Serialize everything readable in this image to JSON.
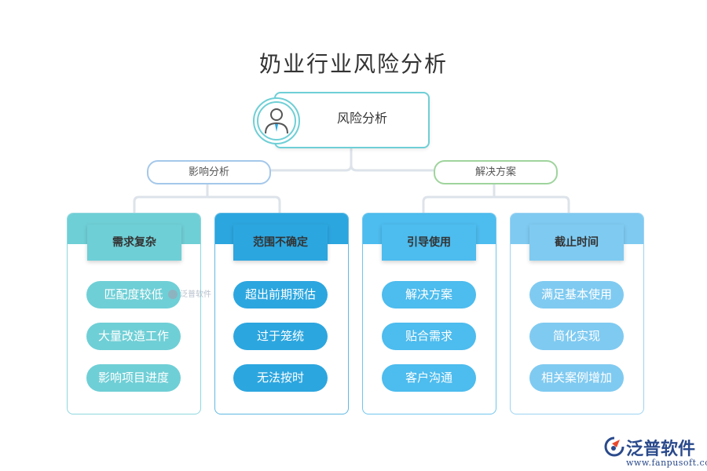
{
  "title": "奶业行业风险分析",
  "root": {
    "label": "风险分析",
    "icon": "person-avatar-icon"
  },
  "branches": [
    {
      "label": "影响分析"
    },
    {
      "label": "解决方案"
    }
  ],
  "cards": [
    {
      "title": "需求复杂",
      "color": "#6fcfd6",
      "title_bg": "#6fcfd6",
      "band": "#6fcfd6",
      "border": "#8fd7dd",
      "items": [
        "匹配度较低",
        "大量改造工作",
        "影响项目进度"
      ]
    },
    {
      "title": "范围不确定",
      "color": "#2ca6df",
      "title_bg": "#2ca6df",
      "band": "#2ca6df",
      "border": "#5fb9e3",
      "items": [
        "超出前期预估",
        "过于笼统",
        "无法按时"
      ]
    },
    {
      "title": "引导使用",
      "color": "#4dbcee",
      "title_bg": "#4dbcee",
      "band": "#4dbcee",
      "border": "#70c6ee",
      "items": [
        "解决方案",
        "贴合需求",
        "客户沟通"
      ]
    },
    {
      "title": "截止时间",
      "color": "#7fcaf1",
      "title_bg": "#7fcaf1",
      "band": "#7fcaf1",
      "border": "#9dd4f2",
      "items": [
        "满足基本使用",
        "简化实现",
        "相关案例增加"
      ]
    }
  ],
  "watermark": "泛普软件",
  "brand": {
    "name": "泛普软件",
    "url": "www.fanpusoft.com",
    "color": "#2a4a8c",
    "accent": "#e8492c"
  }
}
